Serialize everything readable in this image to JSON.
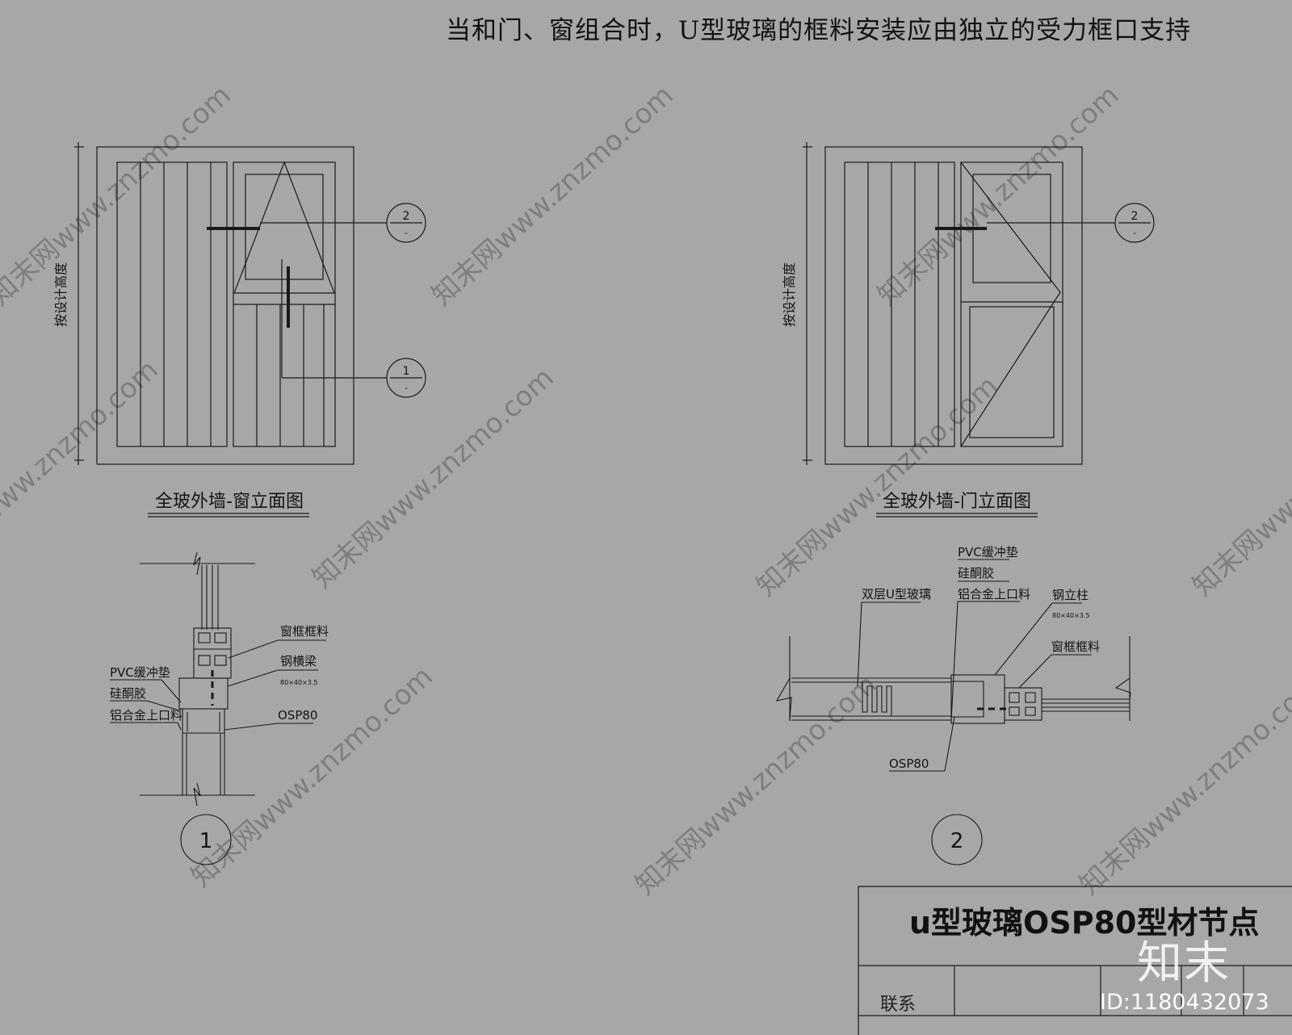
{
  "heading": "当和门、窗组合时，U型玻璃的框料安装应由独立的受力框口支持",
  "left_elevation": {
    "title": "全玻外墙-窗立面图",
    "dimension_label": "按设计高度",
    "callouts": [
      {
        "number": "2",
        "sub": "-"
      },
      {
        "number": "1",
        "sub": "-"
      }
    ]
  },
  "right_elevation": {
    "title": "全玻外墙-门立面图",
    "dimension_label": "按设计高度",
    "callouts": [
      {
        "number": "2",
        "sub": "-"
      }
    ]
  },
  "detail_1": {
    "number": "1",
    "labels": {
      "window_frame": "窗框框料",
      "steel_beam": "钢横梁",
      "steel_beam_spec": "80×40×3.5",
      "pvc_pad": "PVC缓冲垫",
      "silicone": "硅酮胶",
      "top_profile": "铝合金上口料",
      "osp": "OSP80"
    }
  },
  "detail_2": {
    "number": "2",
    "labels": {
      "pvc_pad": "PVC缓冲垫",
      "silicone": "硅酮胶",
      "double_glass": "双层U型玻璃",
      "top_profile": "铝合金上口料",
      "steel_column": "钢立柱",
      "steel_column_spec": "80×40×3.5",
      "window_frame": "窗框框料",
      "osp": "OSP80"
    }
  },
  "title_block": {
    "title": "u型玻璃OSP80型材节点",
    "contact": "联系"
  },
  "brand": {
    "logo": "知末",
    "id_text": "ID:1180432073",
    "watermark": "知末网www.znzmo.com"
  }
}
